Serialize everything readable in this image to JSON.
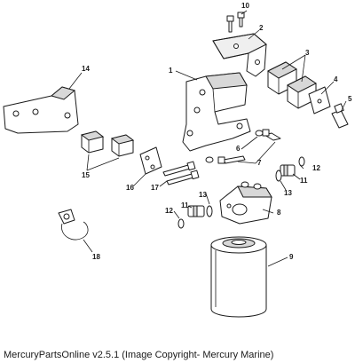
{
  "callouts": {
    "c1": "1",
    "c2": "2",
    "c3": "3",
    "c4": "4",
    "c5": "5",
    "c6": "6",
    "c7": "7",
    "c8": "8",
    "c9": "9",
    "c10": "10",
    "c11a": "11",
    "c11b": "11",
    "c12a": "12",
    "c12b": "12",
    "c13a": "13",
    "c13b": "13",
    "c14": "14",
    "c15": "15",
    "c16": "16",
    "c17": "17",
    "c18": "18"
  },
  "caption": "MercuryPartsOnline v2.5.1 (Image Copyright- Mercury Marine)"
}
